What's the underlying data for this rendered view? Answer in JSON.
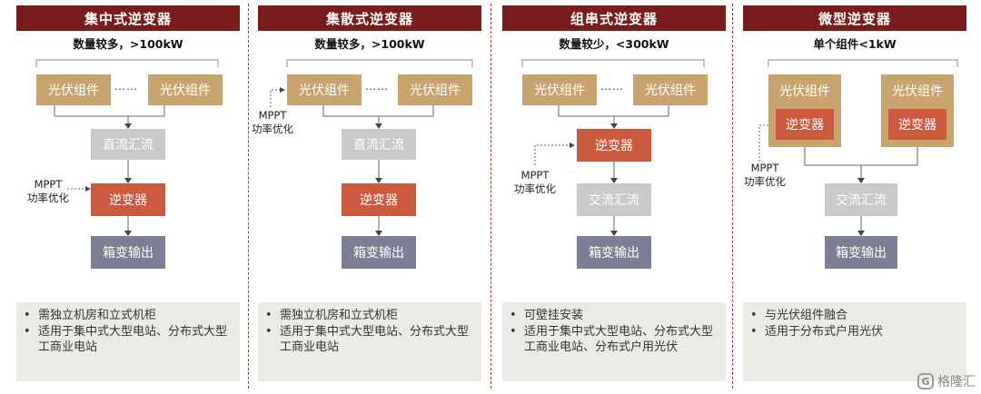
{
  "columns": [
    {
      "title": "集中式逆变器",
      "qty": "数量较多，>100kW",
      "pv1": "光伏组件",
      "pv2": "光伏组件",
      "dots": "……",
      "dc": "直流汇流",
      "inv": "逆变器",
      "out": "箱变输出",
      "mppt1": "MPPT",
      "mppt2": "功率优化",
      "notes": [
        "需独立机房和立式机柜",
        "适用于集中式大型电站、分布式大型工商业电站"
      ]
    },
    {
      "title": "集散式逆变器",
      "qty": "数量较多，>100kW",
      "pv1": "光伏组件",
      "pv2": "光伏组件",
      "dots": "……",
      "dc": "直流汇流",
      "inv": "逆变器",
      "out": "箱变输出",
      "mppt1": "MPPT",
      "mppt2": "功率优化",
      "notes": [
        "需独立机房和立式机柜",
        "适用于集中式大型电站、分布式大型工商业电站"
      ]
    },
    {
      "title": "组串式逆变器",
      "qty": "数量较少，<300kW",
      "pv1": "光伏组件",
      "pv2": "光伏组件",
      "dots": "……",
      "inv": "逆变器",
      "ac": "交流汇流",
      "out": "箱变输出",
      "mppt1": "MPPT",
      "mppt2": "功率优化",
      "notes": [
        "可壁挂安装",
        "适用于集中式大型电站、分布式大型工商业电站、分布式户用光伏"
      ]
    },
    {
      "title": "微型逆变器",
      "qty": "单个组件<1kW",
      "pv1": "光伏组件",
      "pv2": "光伏组件",
      "inv1": "逆变器",
      "inv2": "逆变器",
      "ac": "交流汇流",
      "out": "箱变输出",
      "mppt1": "MPPT",
      "mppt2": "功率优化",
      "notes": [
        "与光伏组件融合",
        "适用于分布式户用光伏"
      ]
    }
  ],
  "bullet": "•",
  "watermark": "格隆汇",
  "watermark_icon": "G"
}
